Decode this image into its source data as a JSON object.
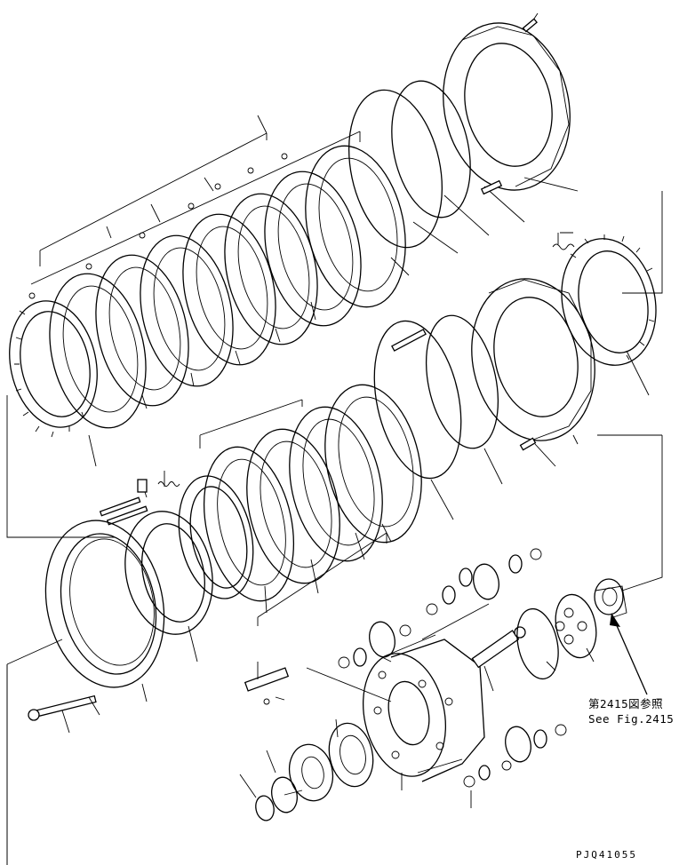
{
  "reference": {
    "line_ja": "第2415図参照",
    "line_en": "See Fig.2415"
  },
  "drawing_code": "PJQ41055"
}
